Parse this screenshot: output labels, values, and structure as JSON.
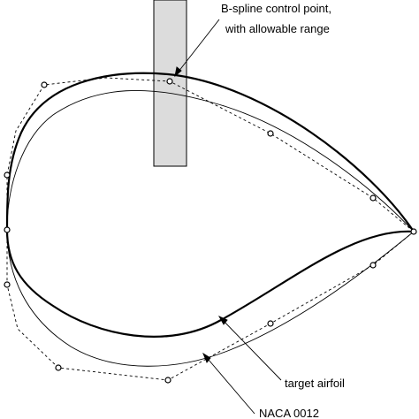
{
  "labels": {
    "control_point_line1": "B-spline control point,",
    "control_point_line2": "with allowable range",
    "target": "target airfoil",
    "naca": "NACA 0012"
  }
}
